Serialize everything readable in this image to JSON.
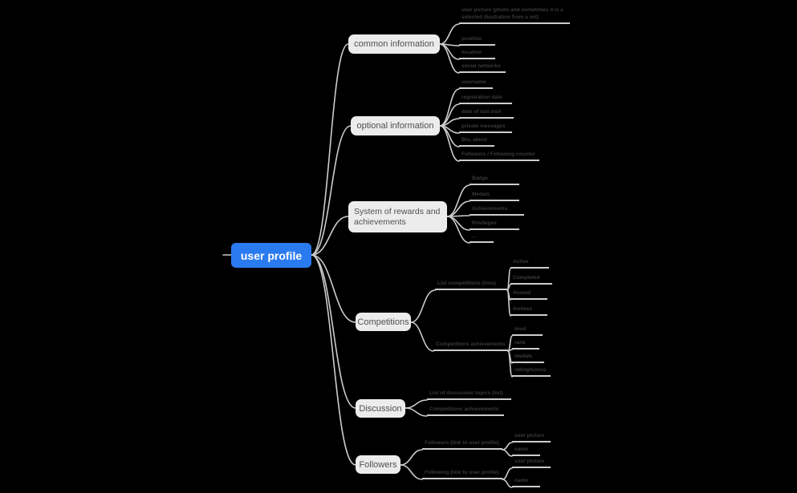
{
  "colors": {
    "background": "#000000",
    "root_bg": "#2b7bf0",
    "root_text": "#ffffff",
    "branch_bg": "#ececec",
    "branch_text": "#4f4f4f",
    "leaf_text": "#3a3a3a",
    "line": "#cdcdcd"
  },
  "root": {
    "label": "user profile"
  },
  "branches": [
    {
      "label": "common information",
      "children": [
        {
          "label": "user picture (photo and sometimes it is a selected illustration from a set)"
        },
        {
          "label": "position"
        },
        {
          "label": "location"
        },
        {
          "label": "social networks"
        }
      ]
    },
    {
      "label": "optional information",
      "children": [
        {
          "label": "username"
        },
        {
          "label": "registration date"
        },
        {
          "label": "date of last visit"
        },
        {
          "label": "private messages"
        },
        {
          "label": "Bio, about"
        },
        {
          "label": "Followers / Following counter"
        }
      ]
    },
    {
      "label": "System of rewards and achievements",
      "children": [
        {
          "label": "Badge"
        },
        {
          "label": "Medals"
        },
        {
          "label": "Achievements"
        },
        {
          "label": "Privileges"
        },
        {
          "label": "..."
        }
      ]
    },
    {
      "label": "Competitions",
      "children": [
        {
          "label": "List competitions (lists)",
          "children": [
            {
              "label": "Active"
            },
            {
              "label": "Completed"
            },
            {
              "label": "Hosted"
            },
            {
              "label": "Invitees"
            }
          ]
        },
        {
          "label": "Competitions achievements",
          "children": [
            {
              "label": "level"
            },
            {
              "label": "rank"
            },
            {
              "label": "medals"
            },
            {
              "label": "rating/bonus"
            }
          ]
        }
      ]
    },
    {
      "label": "Discussion",
      "children": [
        {
          "label": "List of discussion topics (list)"
        },
        {
          "label": "Competitions achievements"
        }
      ]
    },
    {
      "label": "Followers",
      "children": [
        {
          "label": "Followers (link to user profile)",
          "children": [
            {
              "label": "user picture"
            },
            {
              "label": "name"
            }
          ]
        },
        {
          "label": "Following (link to user profile)",
          "children": [
            {
              "label": "user picture"
            },
            {
              "label": "name"
            }
          ]
        }
      ]
    }
  ]
}
